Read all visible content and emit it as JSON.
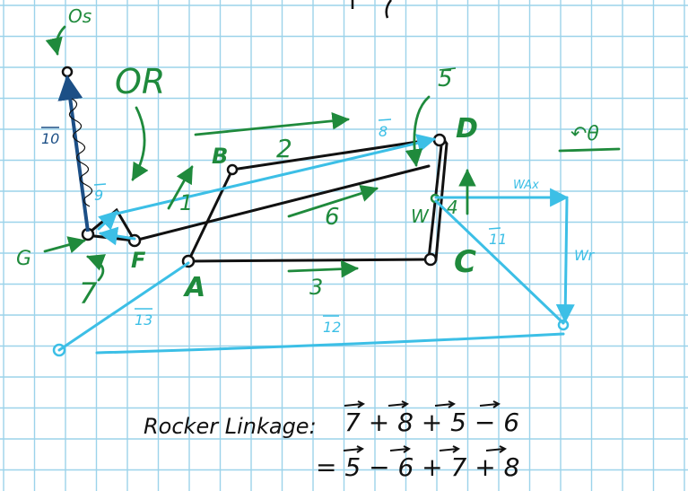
{
  "colors": {
    "grid": "#9cd3ea",
    "ink": "#111111",
    "green": "#1f8a3c",
    "cyan": "#3cbfe6",
    "navy": "#1c4f86"
  },
  "labels": {
    "os": "Os",
    "or": "OR",
    "g": "G",
    "f": "F",
    "a": "A",
    "b": "B",
    "c": "C",
    "d": "D",
    "w": "W",
    "theta": "↶θ",
    "wAx": "WAx",
    "wr": "Wr"
  },
  "link_numbers": {
    "l1": "1",
    "l2": "2",
    "l3": "3",
    "l4": "4",
    "l6": "6",
    "l7": "7"
  },
  "vectors": {
    "v5": "5",
    "v8": "8",
    "v9": "9",
    "v10": "10",
    "v11": "11",
    "v12": "12",
    "v13": "13"
  },
  "equation": {
    "label": "Rocker Linkage:",
    "line1": "7 + 8 + 5 − 6",
    "line2": "= 5 − 6 + 7 + 8"
  }
}
